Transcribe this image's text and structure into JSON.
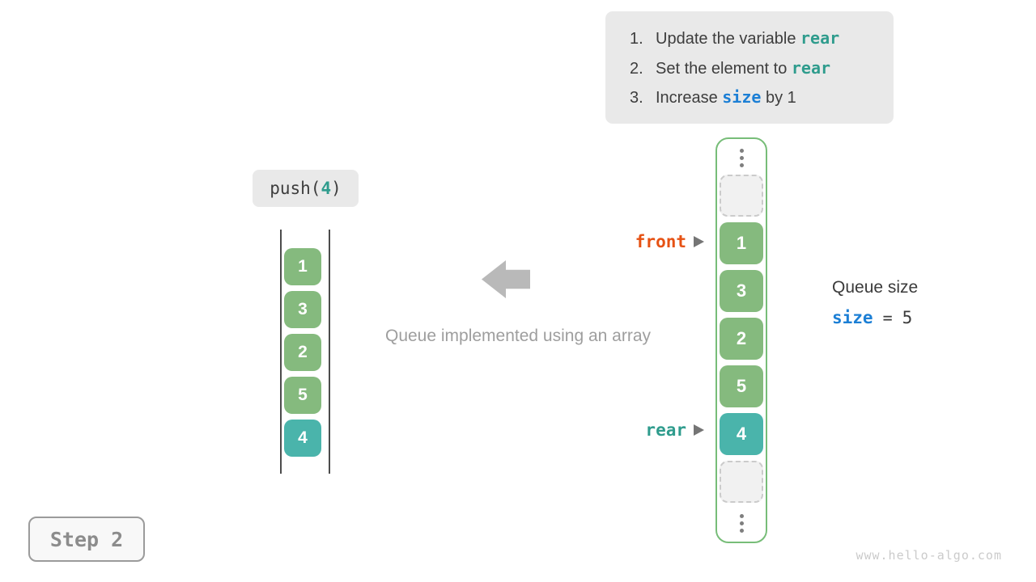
{
  "instructions": {
    "items": [
      {
        "num": "1.",
        "pre": "Update the variable ",
        "code": "rear",
        "post": ""
      },
      {
        "num": "2.",
        "pre": "Set the element to ",
        "code": "rear",
        "post": ""
      },
      {
        "num": "3.",
        "pre": "Increase ",
        "code": "size",
        "post": " by 1"
      }
    ]
  },
  "push_label": {
    "fn": "push(",
    "arg": "4",
    "close": ")"
  },
  "left_stack": {
    "values": [
      "1",
      "3",
      "2",
      "5",
      "4"
    ]
  },
  "center": {
    "caption": "Queue implemented using an array"
  },
  "queue_array": {
    "cells": [
      "1",
      "3",
      "2",
      "5",
      "4"
    ]
  },
  "pointers": {
    "front": "front",
    "rear": "rear"
  },
  "queue_size": {
    "title": "Queue size",
    "var": "size",
    "equals": "=",
    "value": "5"
  },
  "step": {
    "label": "Step 2"
  },
  "watermark": "www.hello-algo.com",
  "colors": {
    "cell_green": "#85ba7e",
    "cell_teal": "#4ab4ab",
    "array_border_green": "#77bd78",
    "code_teal": "#2f9c8d",
    "code_blue": "#1c7fd5",
    "front_orange": "#e65214",
    "panel_gray": "#e9e9e9",
    "caption_gray": "#9e9e9e"
  }
}
